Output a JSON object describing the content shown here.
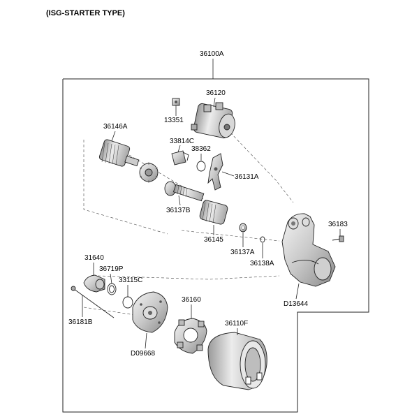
{
  "header": {
    "title": "(ISG-STARTER TYPE)"
  },
  "assembly_label": "36100A",
  "labels": {
    "p36120": "36120",
    "p13351": "13351",
    "p36146A": "36146A",
    "p33814C": "33814C",
    "p38362": "38362",
    "p36131A": "36131A",
    "p36137B": "36137B",
    "p36145": "36145",
    "p36137A": "36137A",
    "p36138A": "36138A",
    "p36183": "36183",
    "pD13644": "D13644",
    "p31640": "31640",
    "p36719P": "36719P",
    "p33115C": "33115C",
    "p36181B": "36181B",
    "pD09668": "D09668",
    "p36160": "36160",
    "p36110F": "36110F"
  }
}
